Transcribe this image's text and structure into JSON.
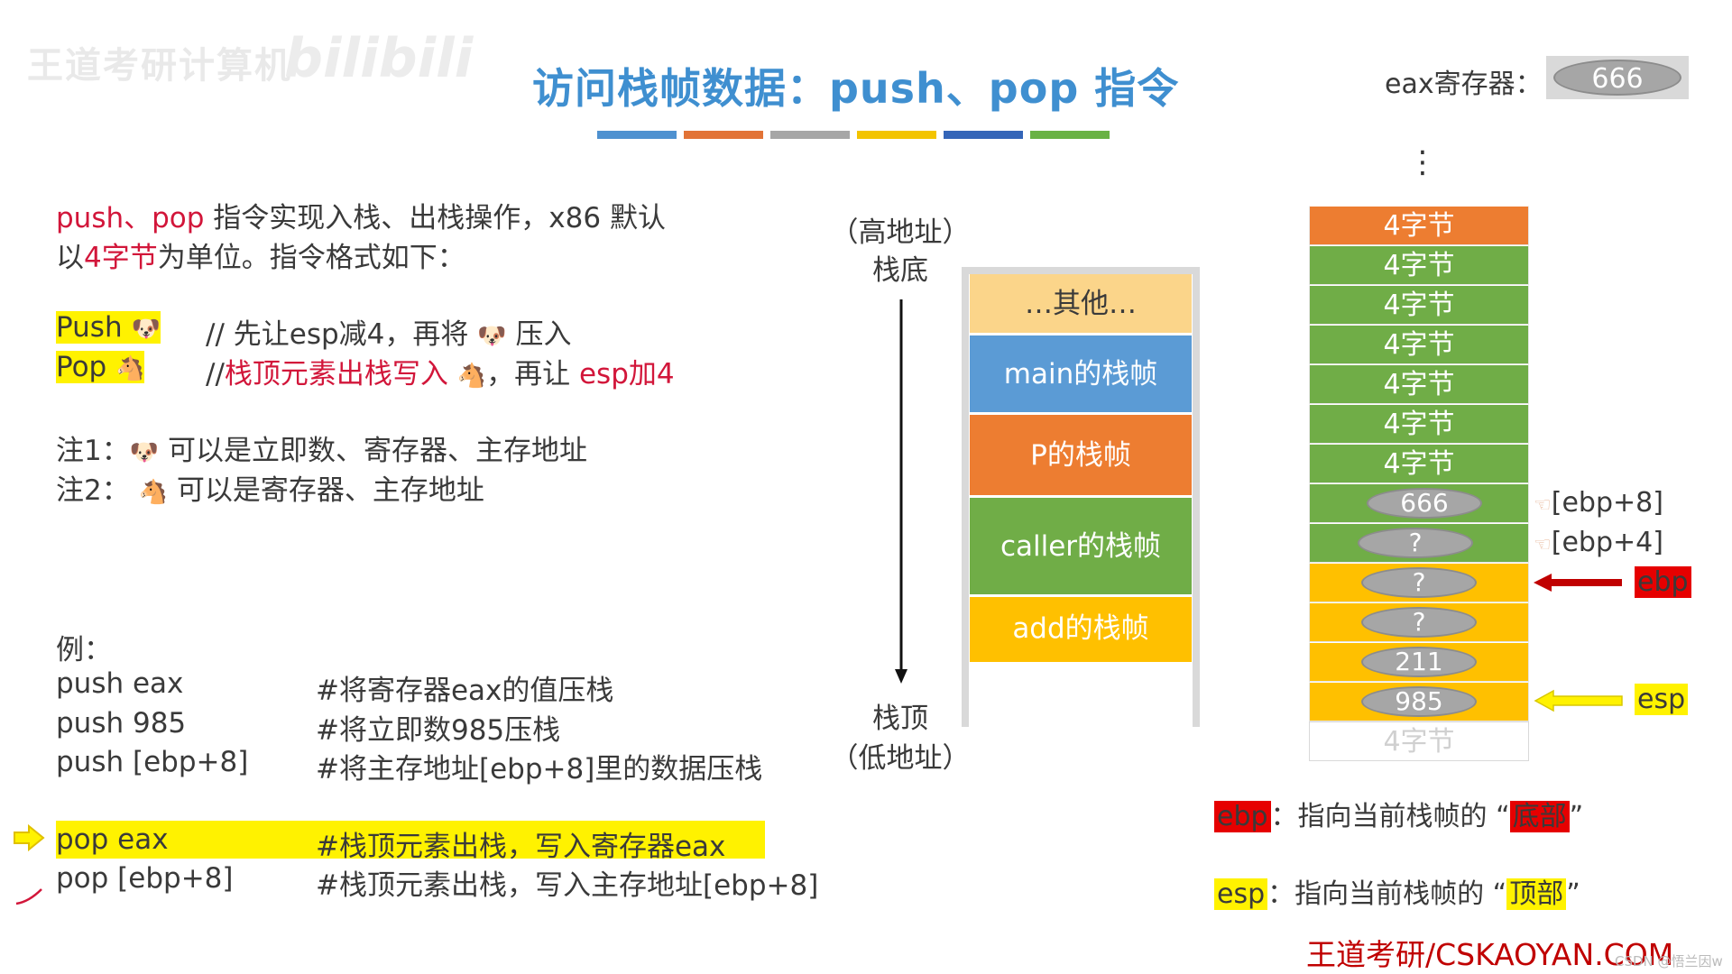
{
  "watermark": {
    "text": "王道考研计算机",
    "logo": "bilibili"
  },
  "title": "访问栈帧数据：push、pop 指令",
  "colors": [
    "#4e91d0",
    "#e27336",
    "#a6a6a6",
    "#f3c400",
    "#3465b8",
    "#69b244"
  ],
  "eax": {
    "label": "eax寄存器：",
    "value": "666"
  },
  "intro": {
    "line1_red": "push、pop",
    "line1_rest": " 指令实现入栈、出栈操作，x86 默认",
    "line2_a": "以",
    "line2_red": "4字节",
    "line2_b": "为单位。指令格式如下："
  },
  "push_rule": {
    "keyword": "Push",
    "comment_a": "// 先让esp减4，再将",
    "comment_b": "压入"
  },
  "pop_rule": {
    "keyword": "Pop",
    "comment_prefix": "//",
    "comment_red": "栈顶元素出栈写入",
    "comment_b": "，再让 ",
    "comment_red2": "esp加4"
  },
  "notes": {
    "note1_label": "注1：",
    "note1_text": "可以是立即数、寄存器、主存地址",
    "note2_label": "注2：",
    "note2_text": "可以是寄存器、主存地址"
  },
  "example": {
    "label": "例：",
    "rows": [
      {
        "code": "push eax",
        "comment": "#将寄存器eax的值压栈"
      },
      {
        "code": "push 985",
        "comment": "#将立即数985压栈"
      },
      {
        "code": "push [ebp+8]",
        "comment": "#将主存地址[ebp+8]里的数据压栈"
      },
      {
        "code": "pop eax",
        "comment": "#栈顶元素出栈，写入寄存器eax"
      },
      {
        "code": "pop [ebp+8]",
        "comment": "#栈顶元素出栈，写入主存地址[ebp+8]"
      }
    ]
  },
  "axis": {
    "top1": "（高地址）",
    "top2": "栈底",
    "bottom1": "栈顶",
    "bottom2": "（低地址）"
  },
  "frames": [
    "…其他…",
    "main的栈帧",
    "P的栈帧",
    "caller的栈帧",
    "add的栈帧"
  ],
  "memory": {
    "dots": "⋮",
    "cells": [
      "4字节",
      "4字节",
      "4字节",
      "4字节",
      "4字节",
      "4字节",
      "4字节",
      "666",
      "?",
      "?",
      "?",
      "211",
      "985",
      "4字节"
    ],
    "ptr_ebp8": "[ebp+8]",
    "ptr_ebp4": "[ebp+4]",
    "ebp": "ebp",
    "esp": "esp"
  },
  "legend": {
    "ebp_label": "ebp",
    "ebp_text": "：指向当前栈帧的 “",
    "ebp_word": "底部",
    "esp_label": "esp",
    "esp_text": "：指向当前栈帧的 “",
    "esp_word": "顶部",
    "close_quote": "”"
  },
  "footer": "王道考研/CSKAOYAN.COM",
  "csdn": "CSDN @悟兰因w"
}
